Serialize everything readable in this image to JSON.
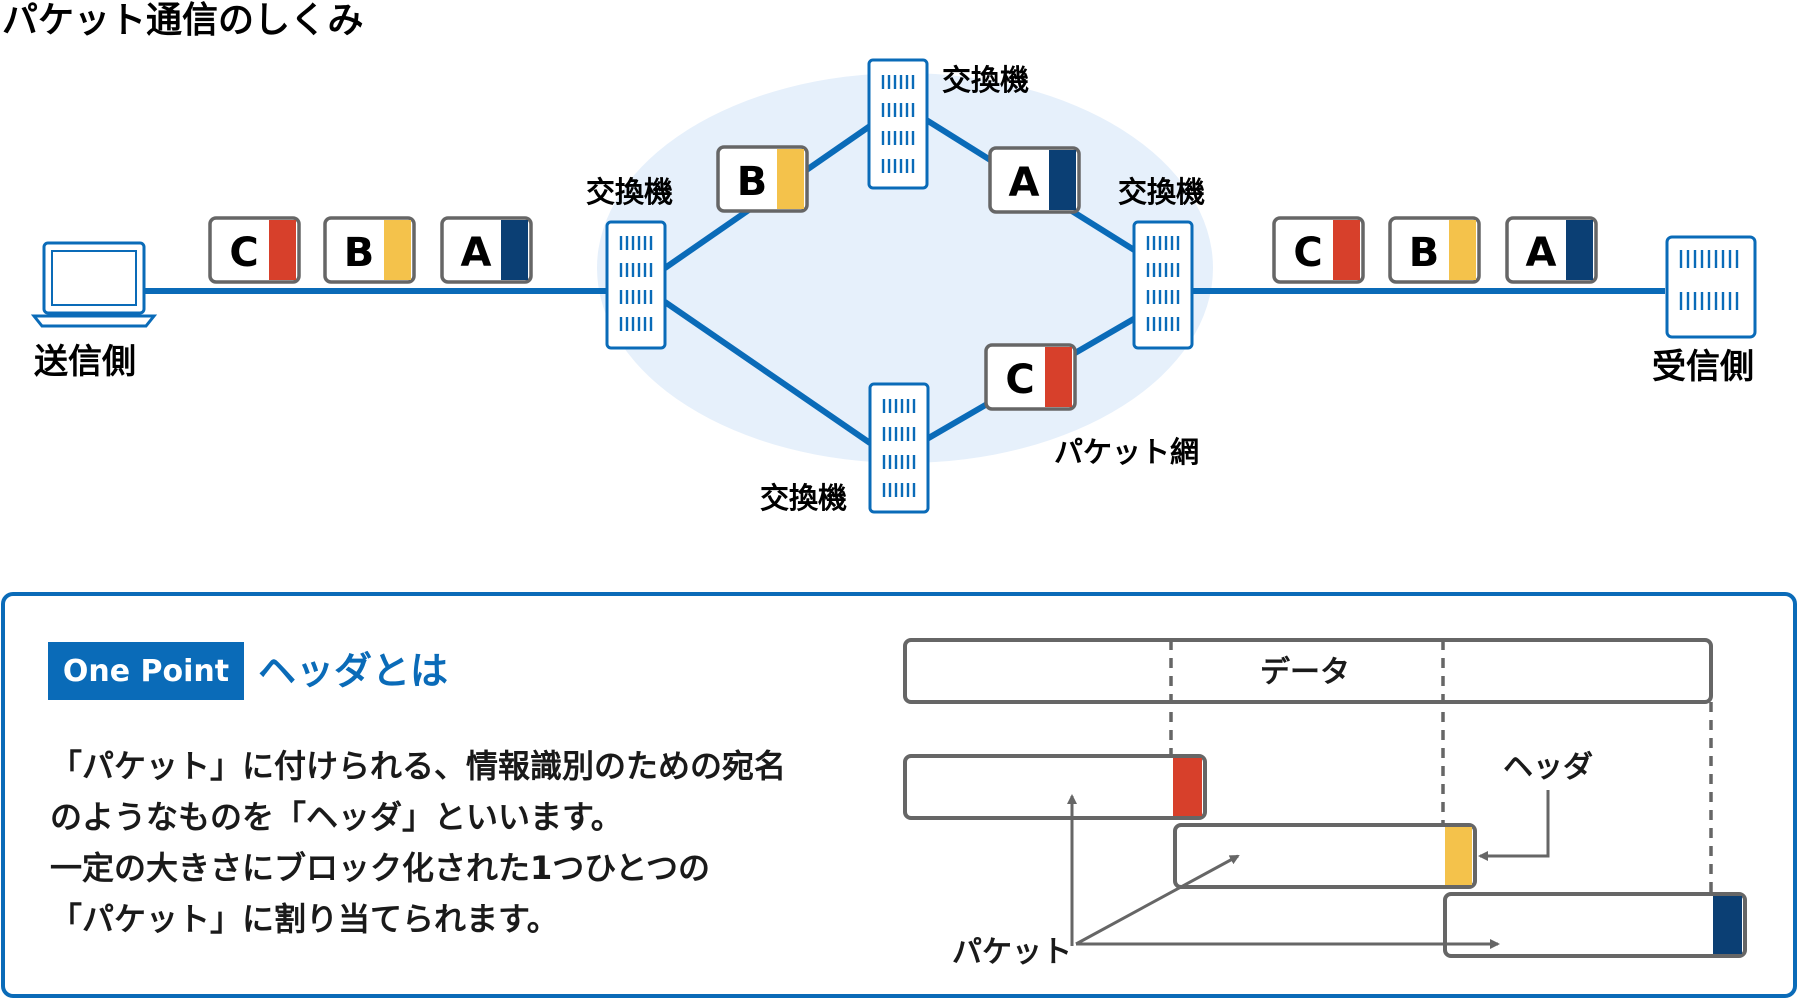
{
  "title": "パケット通信のしくみ",
  "network": {
    "sender_label": "送信側",
    "receiver_label": "受信側",
    "switch_label": "交換機",
    "net_label": "パケット網",
    "packets": [
      {
        "letter": "C",
        "color": "#d7402b"
      },
      {
        "letter": "B",
        "color": "#f4c24b"
      },
      {
        "letter": "A",
        "color": "#0b3f74"
      }
    ]
  },
  "onepoint": {
    "badge": "One Point",
    "heading": "ヘッダとは",
    "lines": [
      "「パケット」に付けられる、情報識別のための宛名",
      "のようなものを「ヘッダ」といいます。",
      "一定の大きさにブロック化された1つひとつの",
      "「パケット」に割り当てられます。"
    ],
    "data_label": "データ",
    "header_label": "ヘッダ",
    "packet_label": "パケット"
  },
  "colors": {
    "blue": "#0a6bb8",
    "navy": "#0b3f74",
    "red": "#d7402b",
    "yellow": "#f4c24b",
    "cloud": "#e6f0fb",
    "gray": "#666666"
  }
}
